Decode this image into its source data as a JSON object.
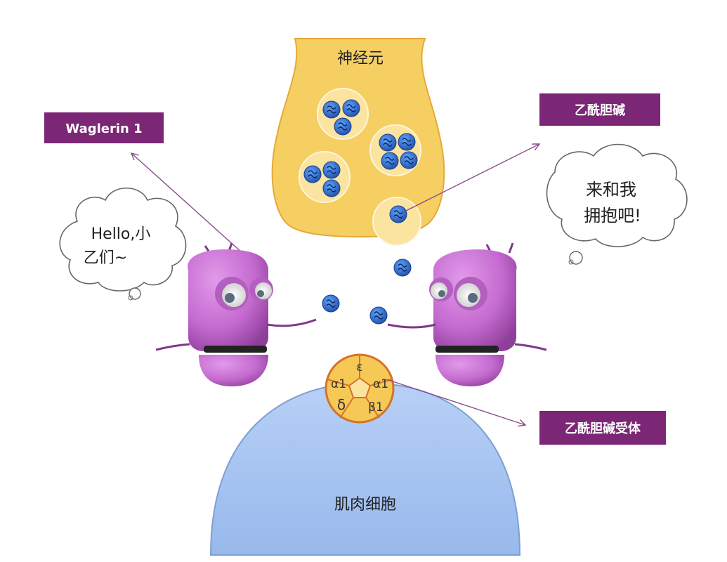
{
  "neuron": {
    "label": "神经元"
  },
  "muscle": {
    "label": "肌肉细胞"
  },
  "callouts": {
    "waglerin": "Waglerin 1",
    "acetylcholine": "乙酰胆碱",
    "receptor": "乙酰胆碱受体"
  },
  "bubbles": {
    "left_line1": "Hello,小",
    "left_line2": "乙们~",
    "right_line1": "来和我",
    "right_line2": "拥抱吧!"
  },
  "receptor_subunits": {
    "top": "ε",
    "left_top": "α1",
    "right_top": "α1",
    "left_bottom": "δ",
    "right_bottom": "β1"
  },
  "colors": {
    "neuron_fill": "#f6cf63",
    "neuron_stroke": "#e6a938",
    "muscle_fill": "#a9c6f2",
    "muscle_stroke": "#7e9fd2",
    "label_box": "#7b2775",
    "molecule": "#2f6fd6",
    "robot": "#c46ad0",
    "receptor_fill": "#f6c957",
    "receptor_stroke": "#d5722a",
    "arrow": "#8a4b8a"
  }
}
